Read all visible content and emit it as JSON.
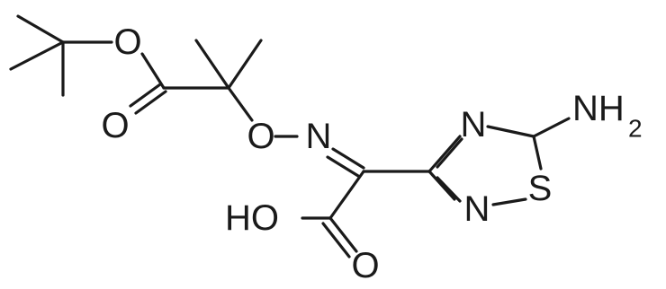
{
  "molecule": {
    "labels": {
      "ester_o": "O",
      "carbonyl_o": "O",
      "oxime_o": "O",
      "oxime_n": "N",
      "ring_n1": "N",
      "ring_n2": "N",
      "ring_s": "S",
      "amine_nh": "NH",
      "amine_sub": "2",
      "hydroxyl": "HO",
      "acid_o": "O"
    }
  }
}
